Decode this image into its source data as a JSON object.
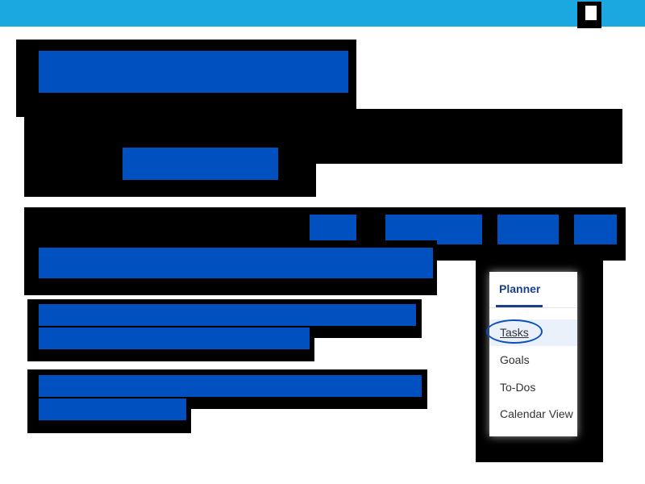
{
  "menu": {
    "title": "Planner",
    "items": [
      {
        "label": "Tasks",
        "active": true
      },
      {
        "label": "Goals",
        "active": false
      },
      {
        "label": "To-Dos",
        "active": false
      },
      {
        "label": "Calendar View",
        "active": false
      }
    ]
  },
  "colors": {
    "topbar": "#1ba8e0",
    "redaction": "#000000",
    "placeholder": "#0050c0",
    "menu_accent": "#1a3f8a"
  },
  "icons": {
    "top_right": "square-icon"
  }
}
